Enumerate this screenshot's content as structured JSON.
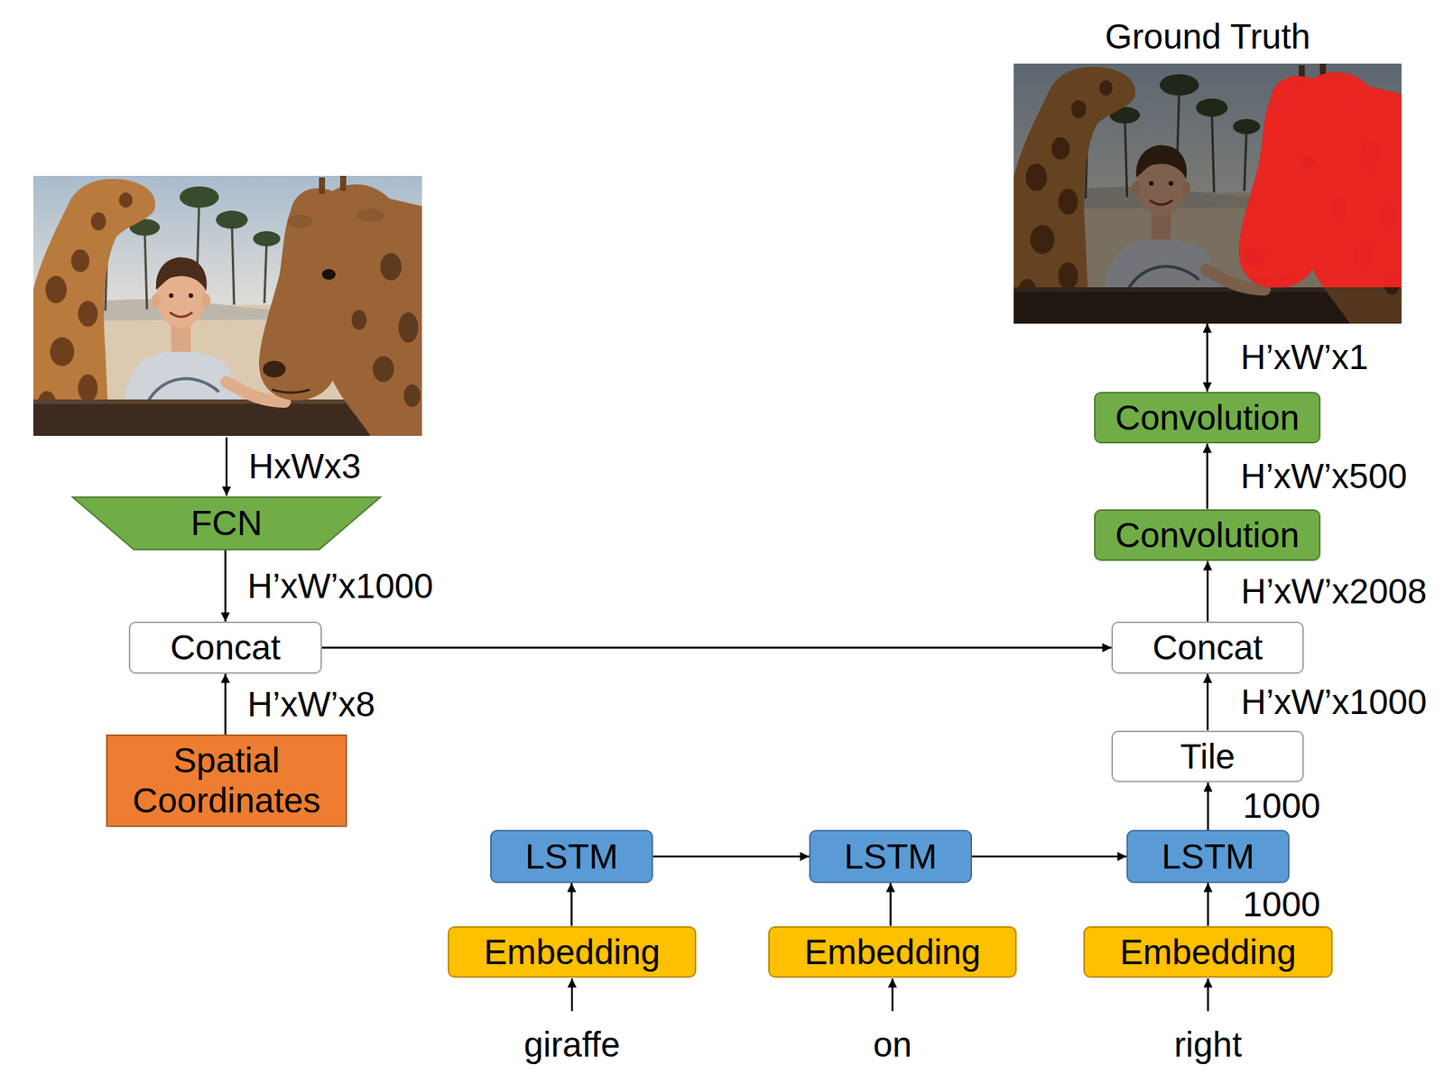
{
  "diagram": {
    "nodes": [
      {
        "text": [
          "Ground Truth"
        ]
      },
      {
        "text": [
          "Convolution"
        ]
      },
      {
        "text": [
          "Convolution"
        ]
      },
      {
        "text": [
          "FCN"
        ]
      },
      {
        "text": [
          "Concat"
        ]
      },
      {
        "text": [
          "Concat"
        ]
      },
      {
        "text": [
          "Spatial Coordinates"
        ]
      },
      {
        "text": [
          "Tile"
        ]
      },
      {
        "text": [
          "LSTM"
        ]
      },
      {
        "text": [
          "LSTM"
        ]
      },
      {
        "text": [
          "LSTM"
        ]
      },
      {
        "text": [
          "Embedding"
        ]
      },
      {
        "text": [
          "Embedding"
        ]
      },
      {
        "text": [
          "Embedding"
        ]
      }
    ],
    "edges": [
      {
        "from": 3,
        "to": 4,
        "arrow": "to",
        "label": "H’xW’x1000"
      },
      {
        "from": 6,
        "to": 4,
        "arrow": "to",
        "label": "H’xW’x8"
      },
      {
        "from": 4,
        "to": 5,
        "arrow": "to"
      },
      {
        "from": 7,
        "to": 5,
        "arrow": "to",
        "label": "H’xW’x1000"
      },
      {
        "from": 5,
        "to": 2,
        "arrow": "to",
        "label": "H’xW’x2008"
      },
      {
        "from": 2,
        "to": 1,
        "arrow": "to",
        "label": "H’xW’x500"
      },
      {
        "from": 1,
        "to": 0,
        "arrow": "both",
        "label": "H’xW’x1"
      },
      {
        "from": 10,
        "to": 7,
        "arrow": "to",
        "label": "1000"
      },
      {
        "from": 8,
        "to": 9,
        "arrow": "to"
      },
      {
        "from": 9,
        "to": 10,
        "arrow": "to"
      },
      {
        "from": 11,
        "to": 8,
        "arrow": "to"
      },
      {
        "from": 12,
        "to": 9,
        "arrow": "to"
      },
      {
        "from": 13,
        "to": 10,
        "arrow": "to",
        "label": "1000"
      }
    ],
    "labels": [
      "HxWx3",
      "giraffe",
      "on",
      "right"
    ]
  }
}
